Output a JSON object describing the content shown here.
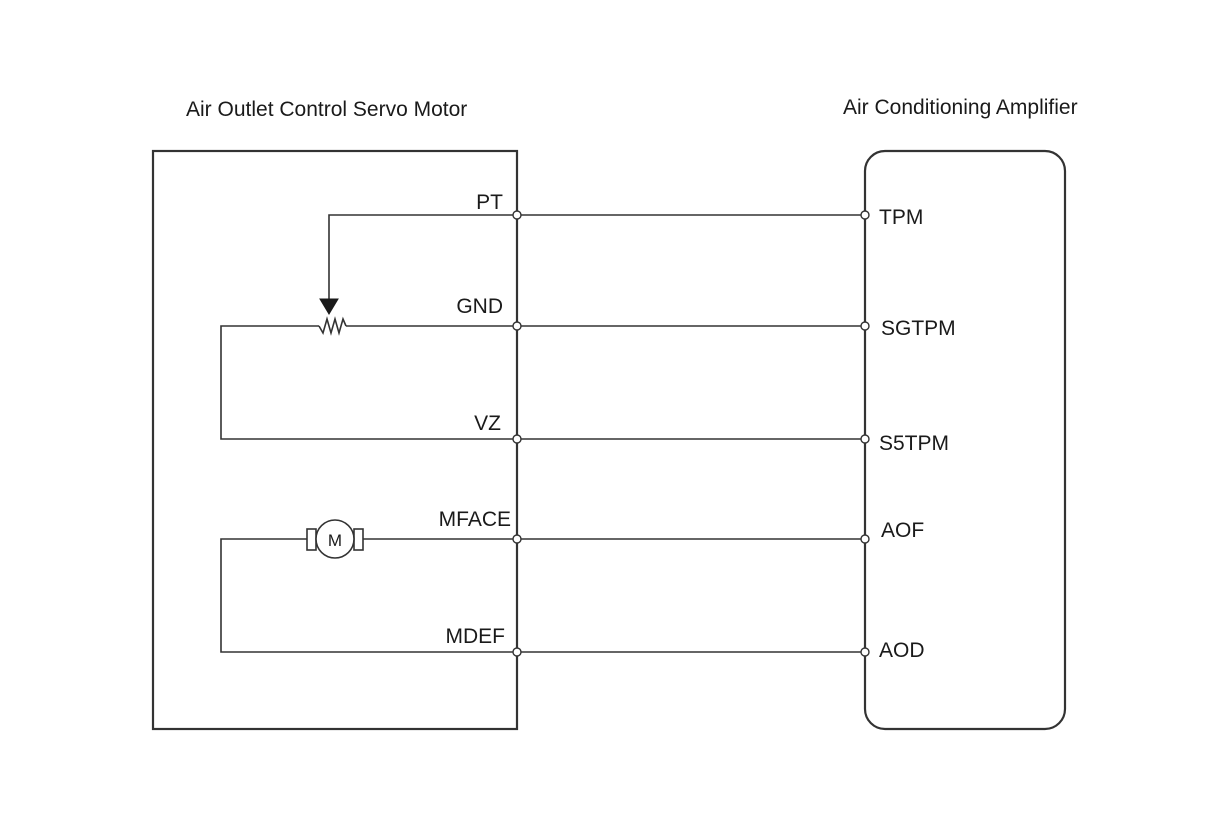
{
  "left_component": {
    "title": "Air Outlet Control Servo Motor",
    "pins": [
      "PT",
      "GND",
      "VZ",
      "MFACE",
      "MDEF"
    ],
    "motor_symbol": "M"
  },
  "right_component": {
    "title": "Air Conditioning Amplifier",
    "pins": [
      "TPM",
      "SGTPM",
      "S5TPM",
      "AOF",
      "AOD"
    ]
  },
  "icons": {
    "motor": "motor-icon",
    "potentiometer": "potentiometer-icon",
    "wiper": "wiper-arrow-icon"
  },
  "colors": {
    "line": "#333333",
    "text": "#1a1a1a",
    "background": "#ffffff"
  }
}
